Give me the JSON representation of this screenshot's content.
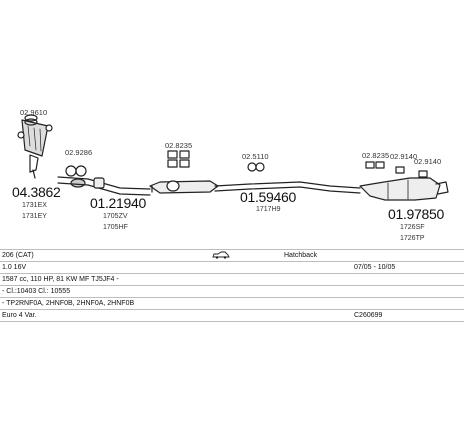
{
  "parts": {
    "cat": {
      "number": "04.3862",
      "codes": [
        "1731EX",
        "1731EY"
      ],
      "ref": "02.9610",
      "ref2": "02.9286"
    },
    "front": {
      "number": "01.21940",
      "codes": [
        "1705ZV",
        "1705HF"
      ],
      "ref": "02.8235"
    },
    "middle": {
      "number": "01.59460",
      "codes": [
        "1717H9"
      ],
      "ref": "02.5110"
    },
    "rear": {
      "number": "01.97850",
      "codes": [
        "1726SF",
        "1726TP"
      ],
      "ref_a": "02.8235",
      "ref_b": "02.9140",
      "ref_c": "02.9140"
    }
  },
  "info_rows": [
    {
      "left": "206 (CAT)",
      "middle": "Hatchback",
      "right": ""
    },
    {
      "left": "1.0 16V",
      "middle": "",
      "right": "07/05 - 10/05"
    },
    {
      "left": "1587 cc, 110 HP, 81 KW MF TJ5JF4 -",
      "middle": "",
      "right": ""
    },
    {
      "left": "- Cl.:10403 Cl.: 10555",
      "middle": "",
      "right": ""
    },
    {
      "left": "- TP2RNF0A, 2HNF0B, 2HNF0A, 2HNF0B",
      "middle": "",
      "right": ""
    },
    {
      "left": "Euro 4   Var.",
      "middle": "",
      "right": "C260699"
    }
  ],
  "icons": [
    "car-hatchback-icon"
  ]
}
